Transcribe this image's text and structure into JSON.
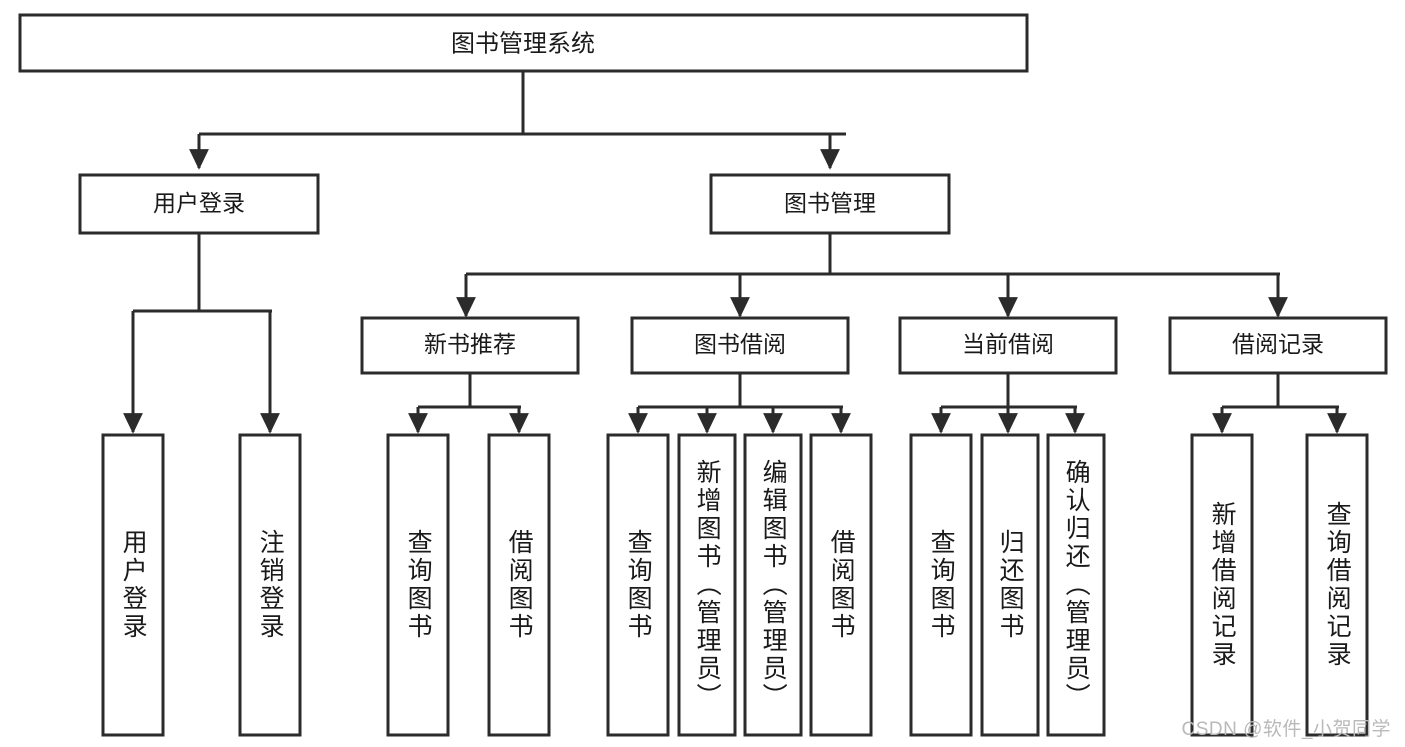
{
  "diagram": {
    "type": "tree-hierarchy-chart",
    "title": "图书管理系统",
    "orientation": "top-down",
    "colors": {
      "box_fill": "#ffffff",
      "box_stroke": "#2b2b2b",
      "connector": "#2b2b2b",
      "text": "#1a1a1a",
      "watermark": "#b9b9b9"
    },
    "nodes": {
      "root": {
        "label": "图书管理系统",
        "level": 1
      },
      "level2": [
        {
          "id": "user-login",
          "label": "用户登录"
        },
        {
          "id": "book-management",
          "label": "图书管理"
        }
      ],
      "level3": [
        {
          "id": "new-book-recommend",
          "label": "新书推荐",
          "parent": "book-management"
        },
        {
          "id": "book-borrow",
          "label": "图书借阅",
          "parent": "book-management"
        },
        {
          "id": "current-borrow",
          "label": "当前借阅",
          "parent": "book-management"
        },
        {
          "id": "borrow-record",
          "label": "借阅记录",
          "parent": "book-management"
        }
      ],
      "leaves": {
        "user_login": [
          {
            "id": "leaf-user-login",
            "label": "用户登录"
          },
          {
            "id": "leaf-logout-login",
            "label": "注销登录"
          }
        ],
        "new_book_recommend": [
          {
            "id": "leaf-query-book-1",
            "label": "查询图书"
          },
          {
            "id": "leaf-borrow-book-1",
            "label": "借阅图书"
          }
        ],
        "book_borrow": [
          {
            "id": "leaf-query-book-2",
            "label": "查询图书"
          },
          {
            "id": "leaf-add-book",
            "label": "新增图书（管理员）"
          },
          {
            "id": "leaf-edit-book",
            "label": "编辑图书（管理员）"
          },
          {
            "id": "leaf-borrow-book-2",
            "label": "借阅图书"
          }
        ],
        "current_borrow": [
          {
            "id": "leaf-query-book-3",
            "label": "查询图书"
          },
          {
            "id": "leaf-return-book",
            "label": "归还图书"
          },
          {
            "id": "leaf-confirm-return",
            "label": "确认归还（管理员）"
          }
        ],
        "borrow_record": [
          {
            "id": "leaf-add-borrow-record",
            "label": "新增借阅记录"
          },
          {
            "id": "leaf-query-borrow-record",
            "label": "查询借阅记录"
          }
        ]
      }
    }
  },
  "watermark": {
    "text": "CSDN @软件_小贺同学"
  }
}
